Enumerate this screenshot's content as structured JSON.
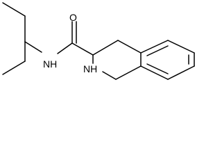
{
  "molecule": {
    "atoms": {
      "carbonyl_oxygen": "O",
      "amide_nitrogen": "NH",
      "ring_nitrogen": "NH"
    }
  }
}
